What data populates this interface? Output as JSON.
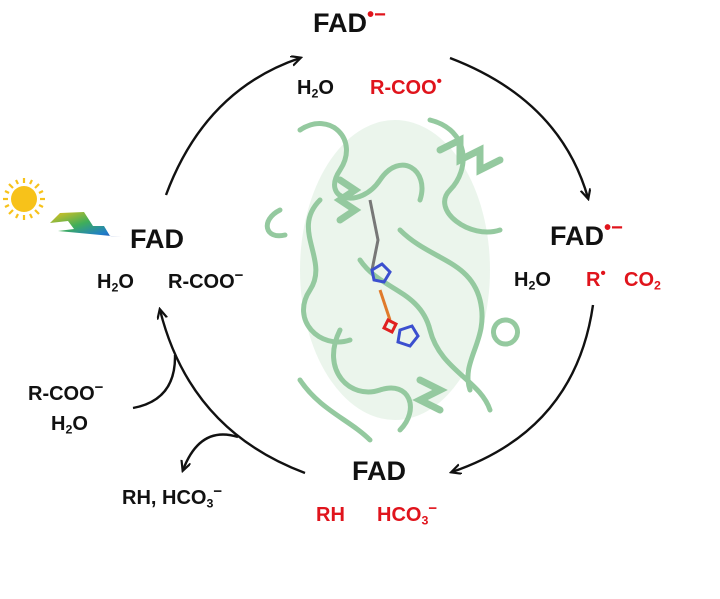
{
  "diagram": {
    "title": "FAD photodecarboxylase catalytic cycle",
    "colors": {
      "black": "#111111",
      "red": "#e0141c",
      "protein": "#8fc79a",
      "sun": "#f7c21a"
    },
    "nodes": {
      "top": {
        "fad": "FAD",
        "charge": "•−",
        "left_species": "H",
        "left_sub": "2",
        "left_tail": "O",
        "right_species": "R-COO",
        "right_sup": "•"
      },
      "right": {
        "fad": "FAD",
        "charge": "•−",
        "left_species": "H",
        "left_sub": "2",
        "left_tail": "O",
        "radical": "R",
        "radical_sup": "•",
        "co2": "CO",
        "co2_sub": "2"
      },
      "bottom": {
        "fad": "FAD",
        "rh": "RH",
        "hco3": "HCO",
        "hco3_sub": "3",
        "hco3_sup": "−"
      },
      "left": {
        "fad": "FAD",
        "left_species": "H",
        "left_sub": "2",
        "left_tail": "O",
        "right_species": "R-COO",
        "right_sup": "−"
      }
    },
    "inputs": {
      "line1": "R-COO",
      "line1_sup": "−",
      "line2": "H",
      "line2_sub": "2",
      "line2_tail": "O"
    },
    "outputs": {
      "text": "RH, HCO",
      "sub": "3",
      "sup": "−"
    },
    "icons": [
      "sun-icon",
      "light-bolt-icon",
      "protein-structure"
    ]
  }
}
